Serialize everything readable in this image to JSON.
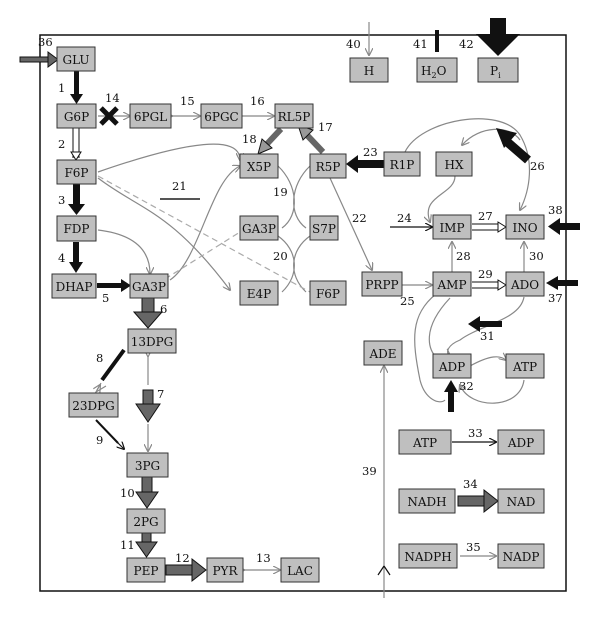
{
  "nodes": {
    "GLU": "GLU",
    "G6P": "G6P",
    "F6P": "F6P",
    "FDP": "FDP",
    "DHAP": "DHAP",
    "GA3P": "GA3P",
    "DPG13": "13DPG",
    "DPG23": "23DPG",
    "PG3": "3PG",
    "PG2": "2PG",
    "PEP": "PEP",
    "PYR": "PYR",
    "LAC": "LAC",
    "PGL6": "6PGL",
    "PGC6": "6PGC",
    "RL5P": "RL5P",
    "X5P": "X5P",
    "R5P": "R5P",
    "GA3P_b": "GA3P",
    "S7P": "S7P",
    "E4P": "E4P",
    "F6P_b": "F6P",
    "R1P": "R1P",
    "HX": "HX",
    "PRPP": "PRPP",
    "IMP": "IMP",
    "INO": "INO",
    "AMP": "AMP",
    "ADO": "ADO",
    "ADE": "ADE",
    "ADP_cycle": "ADP",
    "ATP_cycle": "ATP",
    "H": "H",
    "H2O_main": "H",
    "H2O_sub": "2",
    "H2O_tail": "O",
    "Pi_main": "P",
    "Pi_sub": "i",
    "ATP_r33": "ATP",
    "ADP_r33": "ADP",
    "NADH": "NADH",
    "NAD": "NAD",
    "NADPH": "NADPH",
    "NADP": "NADP"
  },
  "reactions": [
    "1",
    "2",
    "3",
    "4",
    "5",
    "6",
    "7",
    "8",
    "9",
    "10",
    "11",
    "12",
    "13",
    "14",
    "15",
    "16",
    "17",
    "18",
    "19",
    "20",
    "21",
    "22",
    "23",
    "24",
    "25",
    "26",
    "27",
    "28",
    "29",
    "30",
    "31",
    "32",
    "33",
    "34",
    "35",
    "36",
    "37",
    "38",
    "39",
    "40",
    "41",
    "42"
  ]
}
